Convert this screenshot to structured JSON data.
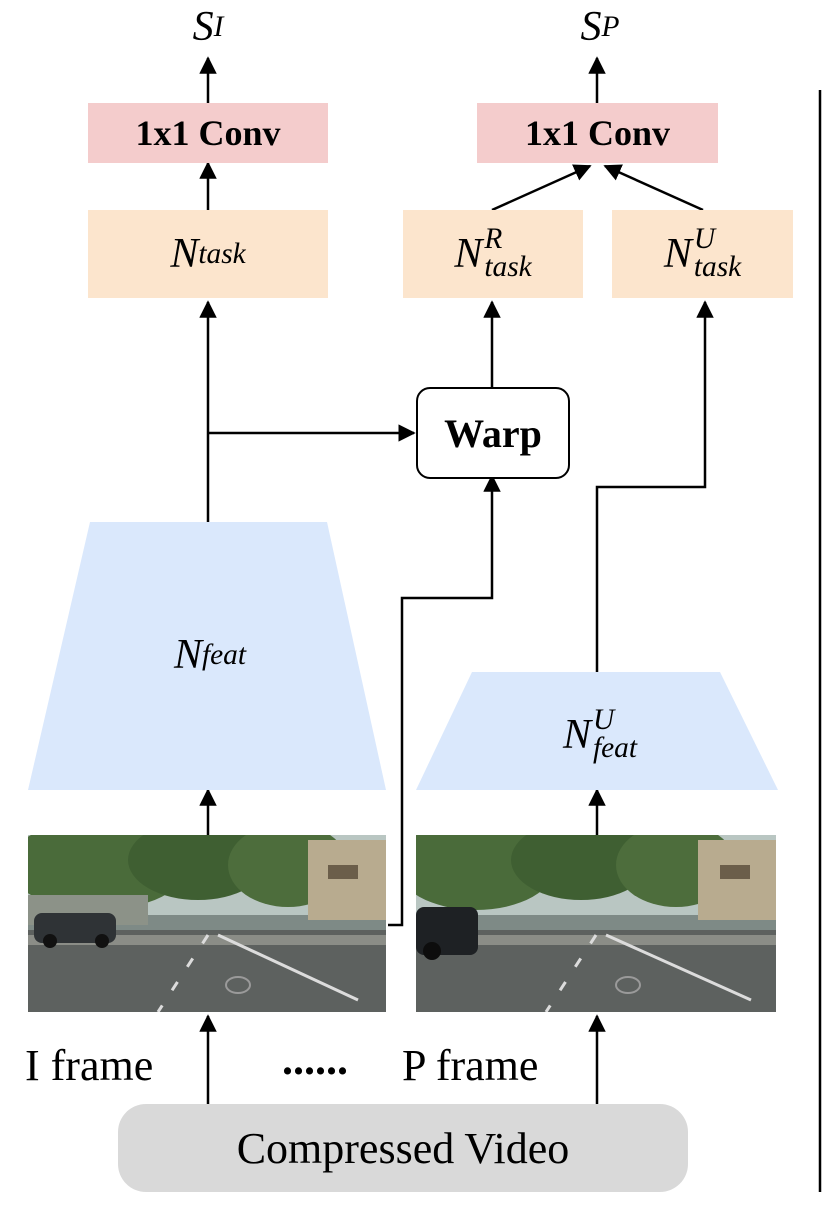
{
  "outputs": {
    "s_i": {
      "base": "S",
      "sub": "I"
    },
    "s_p": {
      "base": "S",
      "sub": "P"
    }
  },
  "conv": {
    "left_label": "1x1 Conv",
    "right_label": "1x1 Conv"
  },
  "task": {
    "n_task": {
      "base": "N",
      "sub": "task"
    },
    "n_task_r": {
      "base": "N",
      "sup": "R",
      "sub": "task"
    },
    "n_task_u": {
      "base": "N",
      "sup": "U",
      "sub": "task"
    }
  },
  "warp": {
    "label": "Warp"
  },
  "feat": {
    "n_feat": {
      "base": "N",
      "sub": "feat"
    },
    "n_feat_u": {
      "base": "N",
      "sup": "U",
      "sub": "feat"
    }
  },
  "frames": {
    "i_label": "I frame",
    "dots": "......",
    "p_label": "P frame"
  },
  "input": {
    "label": "Compressed Video"
  },
  "colors": {
    "conv": "#f4cccc",
    "task": "#fce5cd",
    "feat": "#dae8fc",
    "video": "#d9d9d9"
  }
}
